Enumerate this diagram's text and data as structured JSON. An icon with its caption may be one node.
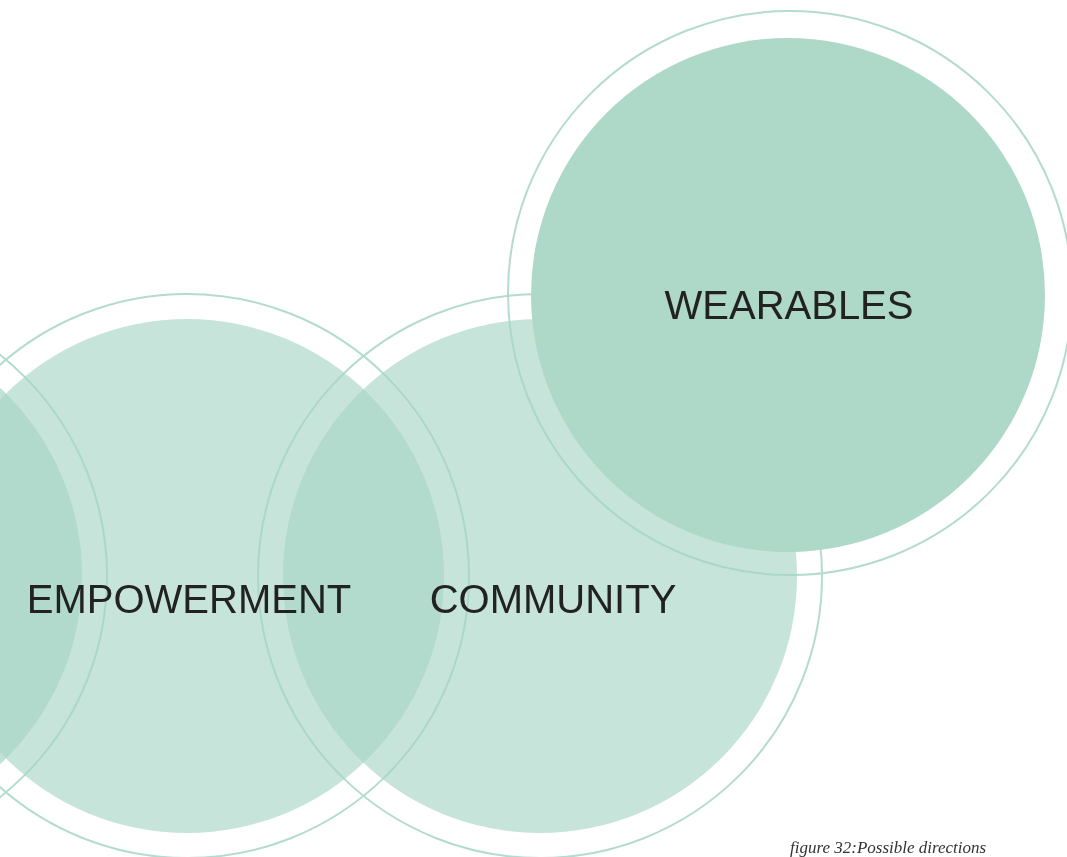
{
  "diagram": {
    "caption": "figure 32:Possible directions",
    "nodes": [
      {
        "text": [],
        "shape": "circle"
      },
      {
        "text": [
          "EMPOWERMENT"
        ]
      },
      {
        "text": [
          "COMMUNITY"
        ]
      },
      {
        "text": [
          "WEARABLES"
        ]
      }
    ],
    "edges": []
  }
}
